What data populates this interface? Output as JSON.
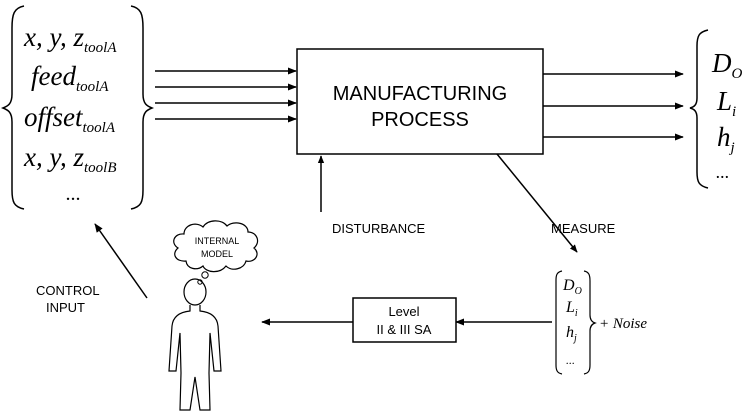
{
  "inputs": {
    "row1": {
      "main": "x, y, z",
      "sub": "toolA"
    },
    "row2": {
      "main": "feed",
      "sub": "toolA"
    },
    "row3": {
      "main": "offset",
      "sub": "toolA"
    },
    "row4": {
      "main": "x, y, z",
      "sub": "toolB"
    },
    "row5": "..."
  },
  "process": {
    "line1": "MANUFACTURING",
    "line2": "PROCESS"
  },
  "outputs": {
    "row1": {
      "main": "D",
      "sub": "O"
    },
    "row2": {
      "main": "L",
      "sub": "i"
    },
    "row3": {
      "main": "h",
      "sub": "j"
    },
    "row4": "..."
  },
  "labels": {
    "disturbance": "DISTURBANCE",
    "measure": "MEASURE",
    "control_line1": "CONTROL",
    "control_line2": "INPUT",
    "model_line1": "INTERNAL",
    "model_line2": "MODEL"
  },
  "level_box": {
    "line1": "Level",
    "line2": "II & III SA"
  },
  "measured": {
    "row1": {
      "main": "D",
      "sub": "O"
    },
    "row2": {
      "main": "L",
      "sub": "i"
    },
    "row3": {
      "main": "h",
      "sub": "j"
    },
    "row4": "...",
    "noise": "+ Noise"
  }
}
